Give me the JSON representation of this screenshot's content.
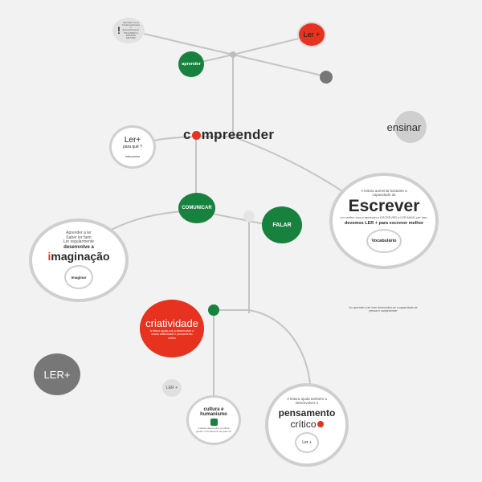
{
  "top": {
    "info_text": "Aprender a ler é fundamental para o desenvolvimento. INCLUINDO A ESCRITA LEITURA",
    "aprender": "aprender",
    "ler_plus": "Ler +"
  },
  "compreender": {
    "pre": "c",
    "post": "mpreender"
  },
  "ensinar": "ensinar",
  "ler_para_que": {
    "title": "Ler+",
    "subtitle": "para quê ?",
    "small_label": "interpretar"
  },
  "comunicar": "COMUNICAR",
  "falar": "FALAR",
  "escrever": {
    "intro": "A leitura aumenta bastante a capacidade de",
    "word": "Escrever",
    "sub": "Ler melhor leva a aprender a ESCREVER a LER MAIS, por isso:",
    "bold_line": "devemos LER + para escrever melhor",
    "inner_label": "Vocabulário"
  },
  "imaginacao": {
    "line1": "Aprender a ler",
    "line2": "Saber ler bem",
    "line3": "Ler regularmente",
    "line4": "desenvolve a",
    "word_first": "i",
    "word_rest": "maginação",
    "inner_label": "Imaginar"
  },
  "criatividade": {
    "word_first": "c",
    "word_rest": "riatividade",
    "sub": "A leitura ajuda-nos a desenvolver a nossa criatividade e pensamento crítico"
  },
  "note_text": "Ao aprender a ler bem desenvolve-se a capacidade de pensar e compreender",
  "ler_plus_big": "LER+",
  "ler_plus_small": "LER +",
  "cultura": {
    "title_line1": "cultura e",
    "title_line2": "humanismo",
    "small": "A leitura desenvolve a cultura geral e o humanismo de quem lê"
  },
  "pensamento": {
    "intro": "A leitura ajuda também a desenvolver o",
    "word1": "pensamento",
    "word2": "crític",
    "word2_end": "o",
    "inner_label": "Ler +"
  },
  "colors": {
    "green": "#17813e",
    "red": "#e6321e",
    "ring": "#cfcfcf",
    "grey": "#777777"
  }
}
